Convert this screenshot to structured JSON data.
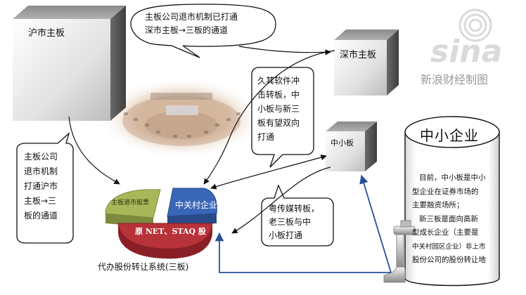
{
  "boxes": {
    "shanghai_main": "沪市主板",
    "shenzhen_main": "深市主板",
    "sme_board": "中小板"
  },
  "bubbles": {
    "top": [
      "主板公司退市机制已打通",
      "深市主板→三板的通道"
    ],
    "left": [
      "主板公司",
      "退市机制",
      "打通沪市",
      "主板→三",
      "板的通道"
    ],
    "middle": [
      "久其软件冲",
      "击转板，中",
      "小板与新三",
      "板有望双向",
      "打通"
    ],
    "bottom": [
      "粤传媒转板，",
      "老三板与中",
      "小板打通"
    ]
  },
  "pie": {
    "slice_green": "主板退市股票",
    "slice_blue": "中关村企业",
    "slice_red": "原 NET、STAQ 股",
    "caption": "代办股份转让系统(三板)"
  },
  "cylinder": {
    "title": "中小企业",
    "lines": [
      "目前，中小板是中小",
      "型企业在证券市场的",
      "主要融资场所；",
      "新三板是面向高新",
      "型成长企业（主要是",
      "中关村园区企业）非上市",
      "股份公司的股份转让地"
    ]
  },
  "watermark": {
    "logo": "sina",
    "caption": "新浪财经制图"
  },
  "colors": {
    "pie_green": "#a8b858",
    "pie_blue": "#3a66b8",
    "pie_red": "#b8323a",
    "arrow_blue": "#2a4f9a"
  }
}
